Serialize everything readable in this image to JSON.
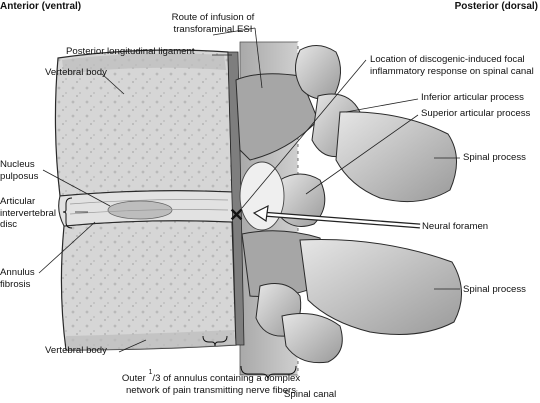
{
  "headers": {
    "anterior": "Anterior (ventral)",
    "posterior": "Posterior (dorsal)"
  },
  "labels": {
    "route_line1": "Route of infusion of",
    "route_line2": "transforaminal ESI",
    "pll": "Posterior longitudinal ligament",
    "location_line1": "Location of discogenic-induced focal",
    "location_line2": "inflammatory response on spinal canal",
    "vertebral_body_top": "Vertebral body",
    "inferior_articular": "Inferior articular process",
    "superior_articular": "Superior articular process",
    "spinal_process_top": "Spinal process",
    "nucleus_line1": "Nucleus",
    "nucleus_line2": "pulposus",
    "articular_line1": "Articular",
    "articular_line2": "intervertebral",
    "articular_line3": "disc",
    "neural_foramen": "Neural foramen",
    "annulus_line1": "Annulus",
    "annulus_line2": "fibrosis",
    "spinal_process_bottom": "Spinal process",
    "vertebral_body_bottom": "Vertebral body",
    "outer_line1_pre": "Outer ",
    "outer_sup": "1",
    "outer_line1_post": "/3 of annulus containing a complex",
    "outer_line2": "network of pain transmitting nerve fibers",
    "spinal_canal": "Spinal canal"
  },
  "markers": {
    "cross": "✕"
  },
  "colors": {
    "bone_fill": "#cfcfcf",
    "bone_dark": "#8a8a8a",
    "disc_fill": "#e4e4e4",
    "canal_fill": "#b8b8b8",
    "outline": "#2a2a2a"
  }
}
